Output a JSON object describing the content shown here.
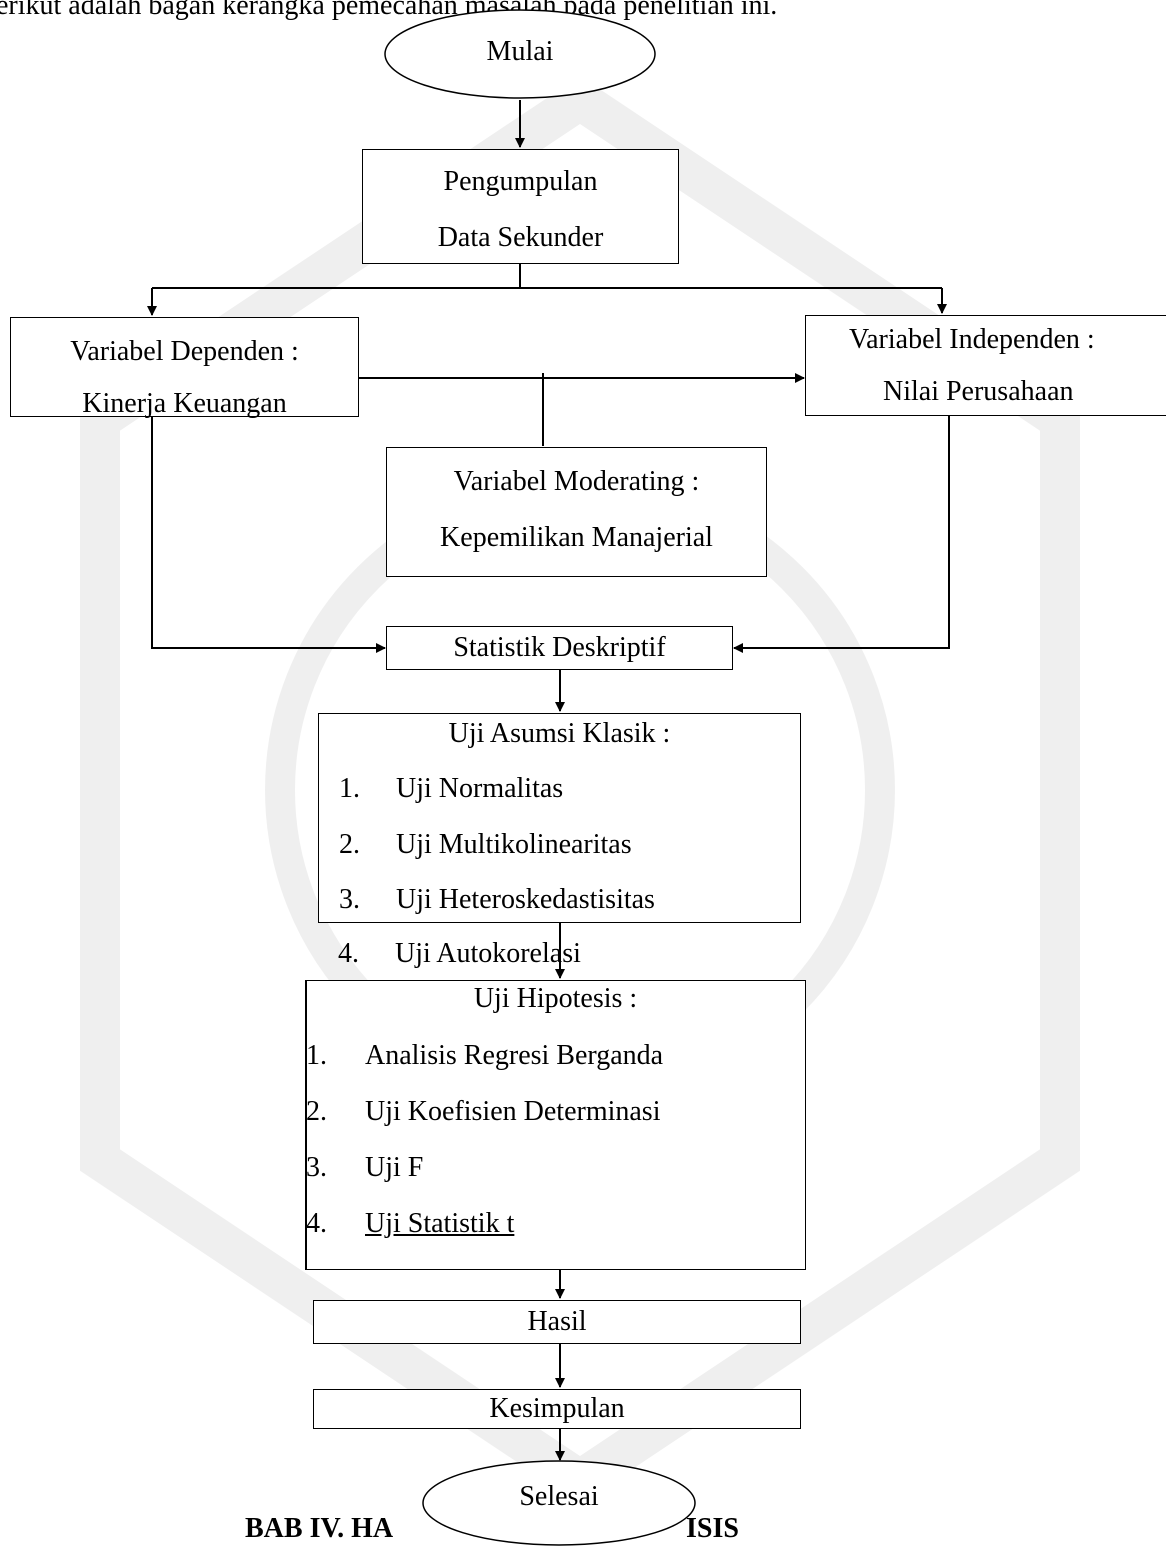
{
  "intro_text": "erikut adalah bagan kerangka pemecahan masalah pada penelitian ini.",
  "nodes": {
    "start": "Mulai",
    "data_collection": [
      "Pengumpulan",
      "Data Sekunder"
    ],
    "dependent": [
      "Variabel Dependen :",
      "Kinerja Keuangan"
    ],
    "independent": [
      "Variabel Independen :",
      "Nilai Perusahaan"
    ],
    "moderating": [
      "Variabel Moderating :",
      "Kepemilikan Manajerial"
    ],
    "descriptive": "Statistik Deskriptif",
    "classic_assumption": {
      "title": "Uji Asumsi Klasik :",
      "items": [
        {
          "num": "1.",
          "label": "Uji Normalitas"
        },
        {
          "num": "2.",
          "label": "Uji Multikolinearitas"
        },
        {
          "num": "3.",
          "label": "Uji Heteroskedastisitas"
        },
        {
          "num": "4.",
          "label": "Uji Autokorelasi"
        }
      ]
    },
    "hypothesis": {
      "title": "Uji Hipotesis :",
      "items": [
        {
          "num": "1.",
          "label": "Analisis Regresi Berganda"
        },
        {
          "num": "2.",
          "label": "Uji Koefisien Determinasi"
        },
        {
          "num": "3.",
          "label": "Uji F"
        },
        {
          "num": "4.",
          "label": "Uji Statistik t"
        }
      ]
    },
    "result": "Hasil",
    "conclusion": "Kesimpulan",
    "end": "Selesai"
  },
  "footer_heading": "BAB IV. HA",
  "footer_heading_tail": "ISIS",
  "colors": {
    "line": "#000000",
    "background": "#ffffff"
  }
}
